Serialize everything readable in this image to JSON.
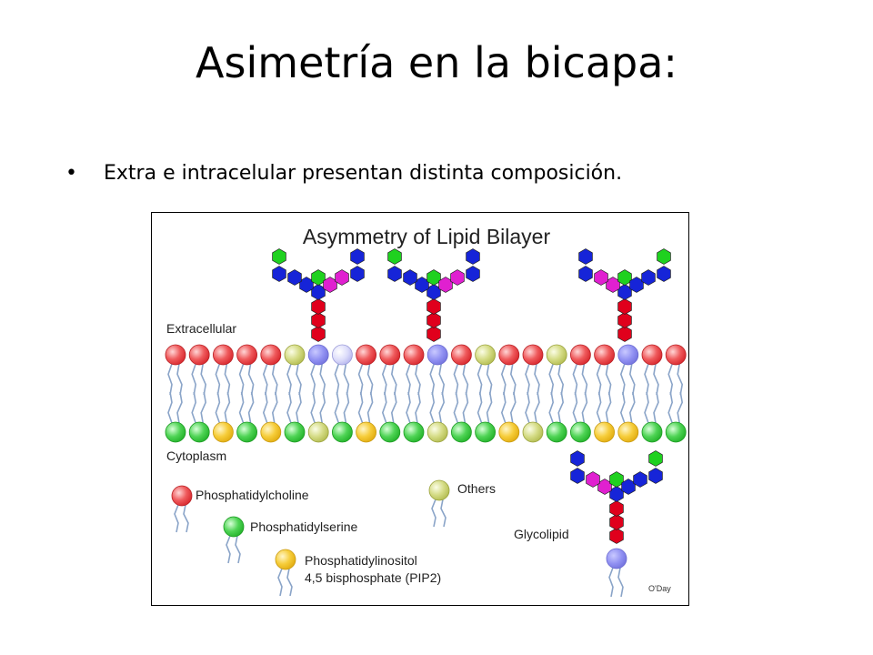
{
  "slide": {
    "title": "Asimetría en la bicapa:",
    "bullet_marker": "•",
    "bullet": "Extra e intracelular presentan distinta composición."
  },
  "figure": {
    "title": "Asymmetry of Lipid Bilayer",
    "extracellular_label": "Extracellular",
    "cytoplasm_label": "Cytoplasm",
    "credit": "O'Day",
    "legend": {
      "pc": "Phosphatidylcholine",
      "ps": "Phosphatidylserine",
      "pip2_line1": "Phosphatidylinositol",
      "pip2_line2": "4,5 bisphosphate (PIP2)",
      "others": "Others",
      "glycolipid": "Glycolipid"
    },
    "colors": {
      "phosphatidylcholine": "#e8363c",
      "phosphatidylserine": "#33c43a",
      "pip2": "#f4c21d",
      "others": "#c9d36a",
      "glycolipid_head": "#8e8ef0",
      "sugar_red": "#e0001c",
      "sugar_blue": "#1624d8",
      "sugar_green": "#1fd11f",
      "sugar_magenta": "#e020d0",
      "tail": "#8aa4c8"
    },
    "outer_leaflet": [
      "pc",
      "pc",
      "pc",
      "pc",
      "pc",
      "others",
      "glyco",
      "glyco_light",
      "pc",
      "pc",
      "pc",
      "glyco",
      "pc",
      "others",
      "pc",
      "pc",
      "others",
      "pc",
      "pc",
      "glyco",
      "pc",
      "pc"
    ],
    "inner_leaflet": [
      "ps",
      "ps",
      "pip2",
      "ps",
      "pip2",
      "ps",
      "others",
      "ps",
      "pip2",
      "ps",
      "ps",
      "others",
      "ps",
      "ps",
      "pip2",
      "others",
      "ps",
      "ps",
      "pip2",
      "pip2",
      "ps",
      "ps"
    ]
  }
}
